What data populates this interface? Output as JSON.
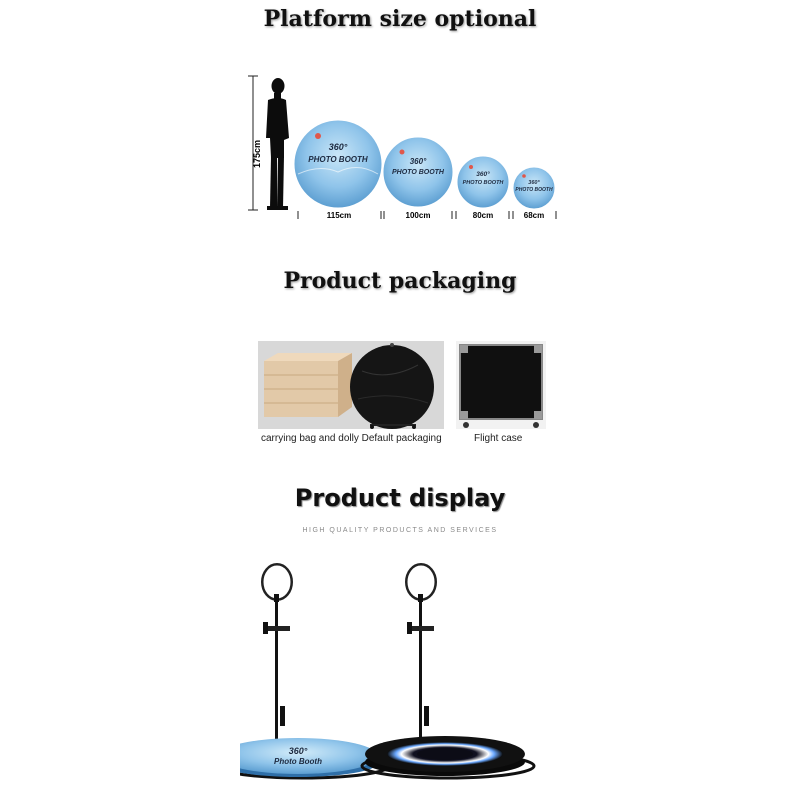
{
  "platform": {
    "title": "Platform size optional",
    "height_label": "175cm",
    "disc_brand_line1": "360°",
    "disc_brand_line2": "PHOTO BOOTH",
    "sizes": [
      "115cm",
      "100cm",
      "80cm",
      "68cm"
    ]
  },
  "packaging": {
    "title": "Product packaging",
    "left_caption": "carrying bag and dolly Default packaging",
    "right_caption": "Flight case"
  },
  "display": {
    "title": "Product display",
    "subtitle": "HIGH QUALITY PRODUCTS AND SERVICES",
    "disc_brand_line1": "360°",
    "disc_brand_line2": "Photo Booth"
  },
  "colors": {
    "disc_blue": "#8fc4ea",
    "ring_light": "#ffffff",
    "black_case": "#111111",
    "wood": "#e2c9a8"
  }
}
